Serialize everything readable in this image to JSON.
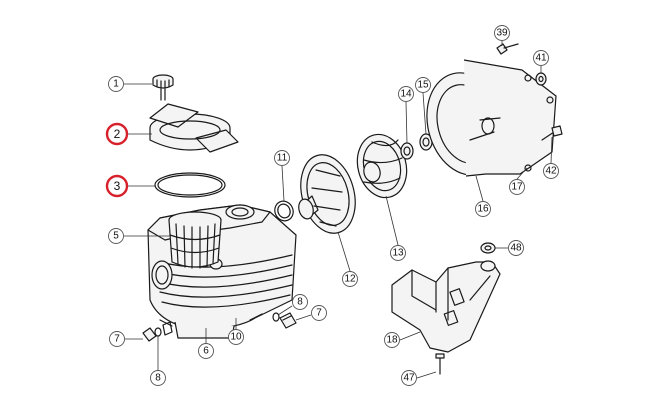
{
  "diagram": {
    "colors": {
      "line": "#1a1a1a",
      "highlight": "#d8202a",
      "background": "#ffffff"
    },
    "highlighted": [
      "2",
      "3"
    ],
    "callouts": [
      {
        "id": "c1",
        "label": "1",
        "part": "lid-knob"
      },
      {
        "id": "c2",
        "label": "2",
        "part": "strainer-lid",
        "highlighted": true
      },
      {
        "id": "c3",
        "label": "3",
        "part": "lid-o-ring",
        "highlighted": true
      },
      {
        "id": "c5",
        "label": "5",
        "part": "strainer-basket"
      },
      {
        "id": "c6",
        "label": "6",
        "part": "pump-body"
      },
      {
        "id": "c7a",
        "label": "7",
        "part": "drain-plug"
      },
      {
        "id": "c7b",
        "label": "7",
        "part": "drain-plug"
      },
      {
        "id": "c8a",
        "label": "8",
        "part": "drain-plug-o-ring"
      },
      {
        "id": "c8b",
        "label": "8",
        "part": "drain-plug-o-ring"
      },
      {
        "id": "c10",
        "label": "10",
        "part": "pump-housing"
      },
      {
        "id": "c11",
        "label": "11",
        "part": "diffuser-o-ring"
      },
      {
        "id": "c12",
        "label": "12",
        "part": "diffuser"
      },
      {
        "id": "c13",
        "label": "13",
        "part": "impeller"
      },
      {
        "id": "c14",
        "label": "14",
        "part": "mechanical-seal"
      },
      {
        "id": "c15",
        "label": "15",
        "part": "seal-ring"
      },
      {
        "id": "c16",
        "label": "16",
        "part": "seal-plate"
      },
      {
        "id": "c17",
        "label": "17",
        "part": "flange"
      },
      {
        "id": "c18",
        "label": "18",
        "part": "motor-bracket"
      },
      {
        "id": "c39",
        "label": "39",
        "part": "bolt"
      },
      {
        "id": "c41",
        "label": "41",
        "part": "washer"
      },
      {
        "id": "c42",
        "label": "42",
        "part": "bolt"
      },
      {
        "id": "c47",
        "label": "47",
        "part": "screw"
      },
      {
        "id": "c48",
        "label": "48",
        "part": "nut"
      }
    ]
  }
}
